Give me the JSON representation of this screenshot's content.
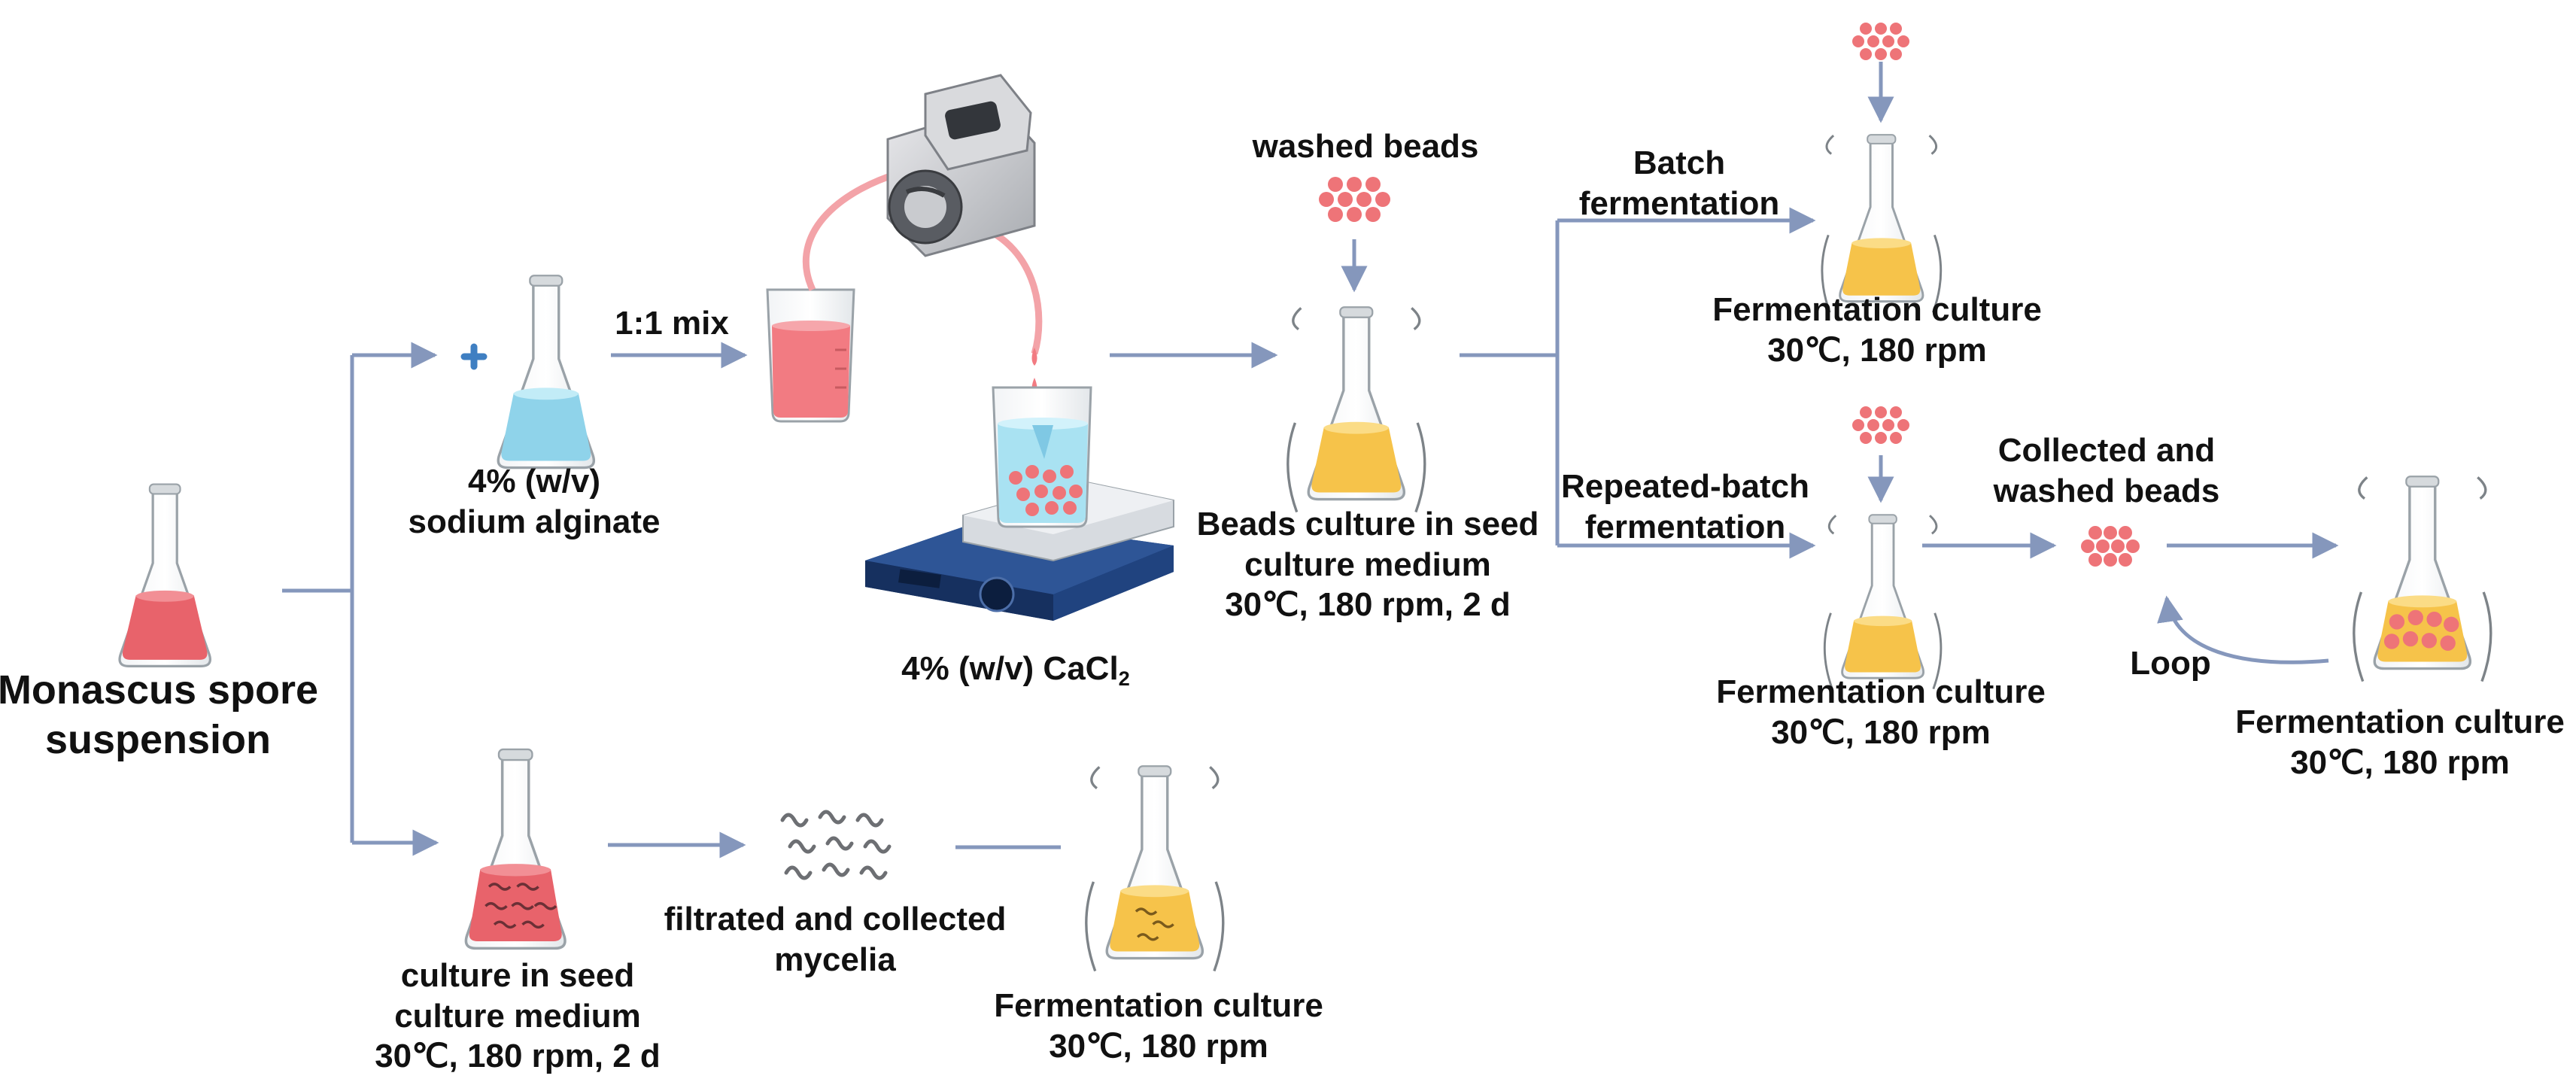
{
  "title": {
    "line1": "Monascus spore",
    "line2": "suspension"
  },
  "top_branch": {
    "alginate": {
      "line1": "4% (w/v)",
      "line2": "sodium alginate"
    },
    "mix_label": "1:1 mix",
    "cacl2": {
      "text": "4% (w/v) CaCl",
      "subscript": "2"
    },
    "washed_beads": "washed beads",
    "seed_beads": {
      "line1": "Beads culture in seed",
      "line2": "culture medium",
      "line3": "30℃, 180 rpm, 2 d"
    }
  },
  "batch": {
    "label_line1": "Batch",
    "label_line2": "fermentation",
    "culture_line1": "Fermentation culture",
    "culture_line2": "30℃, 180 rpm"
  },
  "repeated_batch": {
    "label_line1": "Repeated-batch",
    "label_line2": "fermentation",
    "culture_line1": "Fermentation culture",
    "culture_line2": "30℃, 180 rpm",
    "collected_line1": "Collected and",
    "collected_line2": "washed beads",
    "loop": "Loop",
    "final_line1": "Fermentation culture",
    "final_line2": "30℃, 180 rpm"
  },
  "bottom_branch": {
    "seed_line1": "culture in seed",
    "seed_line2": "culture medium",
    "seed_line3": "30℃, 180 rpm, 2 d",
    "mycelia_line1": "filtrated and collected",
    "mycelia_line2": "mycelia",
    "ferm_line1": "Fermentation culture",
    "ferm_line2": "30℃, 180 rpm"
  },
  "colors": {
    "arrow": "#8597bc",
    "red_liquid": "#e8636b",
    "blue_liquid": "#8fd3ea",
    "yellow_liquid": "#f6c34a",
    "bead": "#ee7478",
    "plus": "#3f7fc2",
    "stirrer": "#1e3f7a"
  }
}
